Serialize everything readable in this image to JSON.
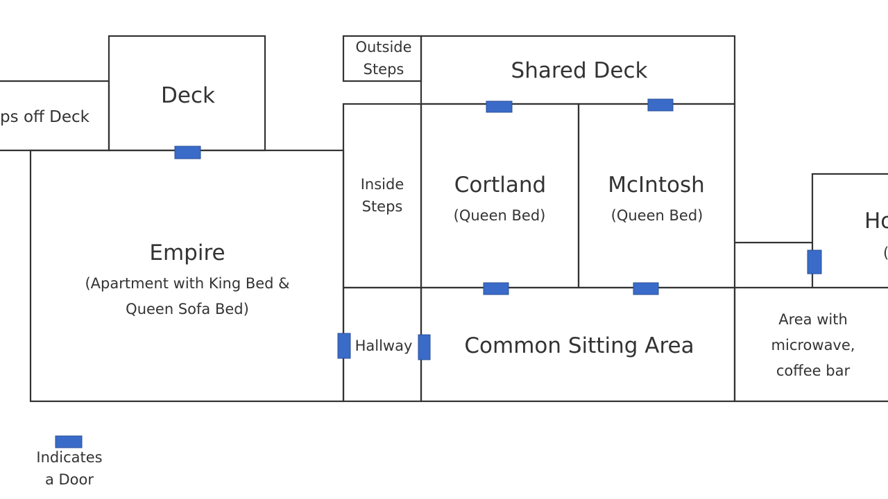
{
  "rooms": {
    "steps_off_deck": "Steps off Deck",
    "deck": "Deck",
    "outside_steps": [
      "Outside",
      "Steps"
    ],
    "shared_deck": "Shared Deck",
    "inside_steps": [
      "Inside",
      "Steps"
    ],
    "cortland": {
      "name": "Cortland",
      "bed": "(Queen Bed)"
    },
    "mcintosh": {
      "name": "McIntosh",
      "bed": "(Queen Bed)"
    },
    "empire": {
      "name": "Empire",
      "desc": [
        "(Apartment with King Bed &",
        "Queen Sofa Bed)"
      ]
    },
    "hallway": "Hallway",
    "common": "Common Sitting Area",
    "kitchenette": [
      "Area with",
      "microwave,",
      "coffee bar"
    ],
    "partial_room": {
      "name": "Ho",
      "bed": "("
    }
  },
  "legend": {
    "label": [
      "Indicates",
      "a Door"
    ]
  },
  "colors": {
    "door": "#3a6bc9",
    "wall": "#333333"
  }
}
